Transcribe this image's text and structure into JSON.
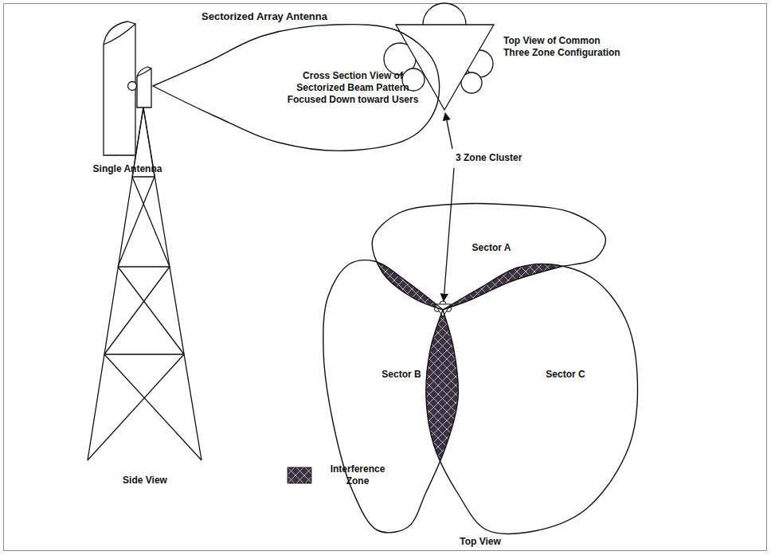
{
  "diagram": {
    "title": "Sectorized Array Antenna",
    "nodes": [
      {
        "text": [
          "Cross Section View of Sectorized Beam Pattern Focused Down toward Users"
        ]
      },
      {
        "text": [
          "Sector A"
        ]
      },
      {
        "text": [
          "Sector B"
        ]
      },
      {
        "text": [
          "Sector C"
        ]
      }
    ],
    "labels": [
      "Top View of Common Three Zone Configuration",
      "Single Antenna",
      "3 Zone Cluster",
      "Side View",
      "Top View"
    ],
    "legend": [
      {
        "text": "Interference Zone"
      }
    ]
  }
}
